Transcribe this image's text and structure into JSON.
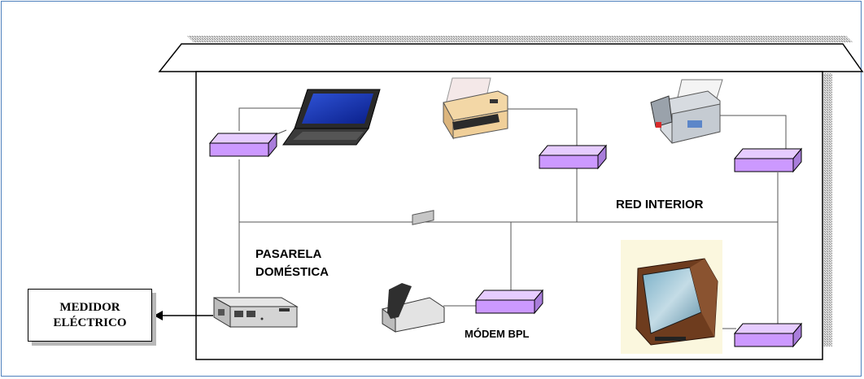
{
  "labels": {
    "red_interior": "RED INTERIOR",
    "pasarela_line1": "PASARELA",
    "pasarela_line2": "DOMÉSTICA",
    "modem": "MÓDEM BPL",
    "medidor_line1": "MEDIDOR",
    "medidor_line2": "ELÉCTRICO"
  },
  "icons": [
    "laptop-icon",
    "printer-icon",
    "fax-icon",
    "home-gateway-icon",
    "telephone-icon",
    "television-icon",
    "bpl-adapter-icon"
  ],
  "colors": {
    "frame_border": "#4f81bd",
    "adapter_fill": "#cc99ff",
    "wall_shadow": "#bdbdbd"
  }
}
